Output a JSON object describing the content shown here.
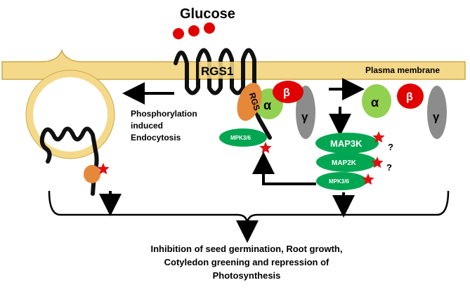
{
  "glucose": "Glucose",
  "rgs1": "RGS1",
  "plasma_membrane": "Plasma membrane",
  "rgs": "RGS",
  "alpha": "α",
  "beta": "β",
  "gamma": "γ",
  "phosphorylation_lines": [
    "Phosphorylation",
    "induced",
    "Endocytosis"
  ],
  "mpk36": "MPK3/6",
  "map3k": "MAP3K",
  "map2k": "MAP2K",
  "question_mark": "?",
  "outcome_lines": [
    "Inhibition of seed  germination, Root growth,",
    "Cotyledon greening and repression of",
    "Photosynthesis"
  ],
  "colors": {
    "membrane_fill": "#f5d98a",
    "membrane_stroke": "#c9a84a",
    "alpha_green": "#92d050",
    "kinase_green": "#00a651",
    "beta_red": "#e00000",
    "gamma_grey": "#8c8c8c",
    "rgs_orange": "#e6883a",
    "glucose_red": "#e00000",
    "star_red": "#e01010"
  }
}
